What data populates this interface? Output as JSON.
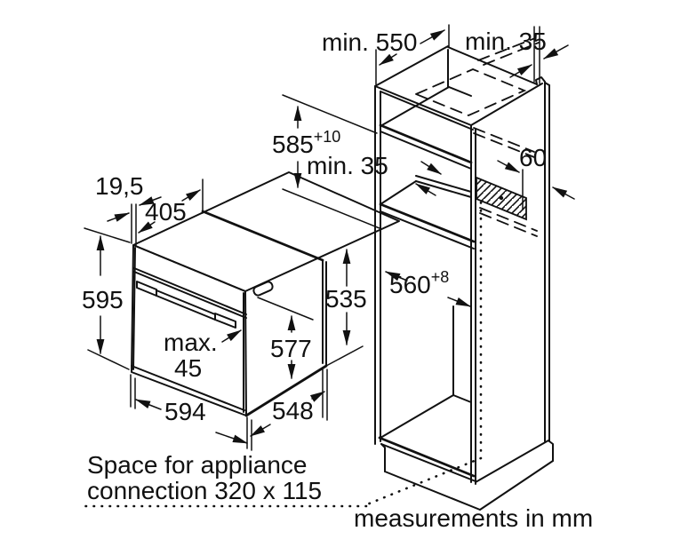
{
  "title": "Built-in oven installation drawing",
  "dimensions": {
    "top_depth": "min. 550",
    "wall_gap": "min. 35",
    "niche_height": "585",
    "niche_height_tol": "+10",
    "rear_gap": "min. 35",
    "vent_width": "60",
    "front_lip": "19,5",
    "top_recess": "405",
    "front_height": "595",
    "rear_height": "535",
    "body_height": "577",
    "door_max_line1": "max.",
    "door_max_line2": "45",
    "oven_width": "594",
    "body_depth": "548",
    "niche_width": "560",
    "niche_width_tol": "+8"
  },
  "connection_note": {
    "line1": "Space for appliance",
    "line2": "connection 320 x 115"
  },
  "footer": {
    "note": "measurements in mm"
  },
  "colors": {
    "line": "#111111",
    "background": "#ffffff"
  }
}
